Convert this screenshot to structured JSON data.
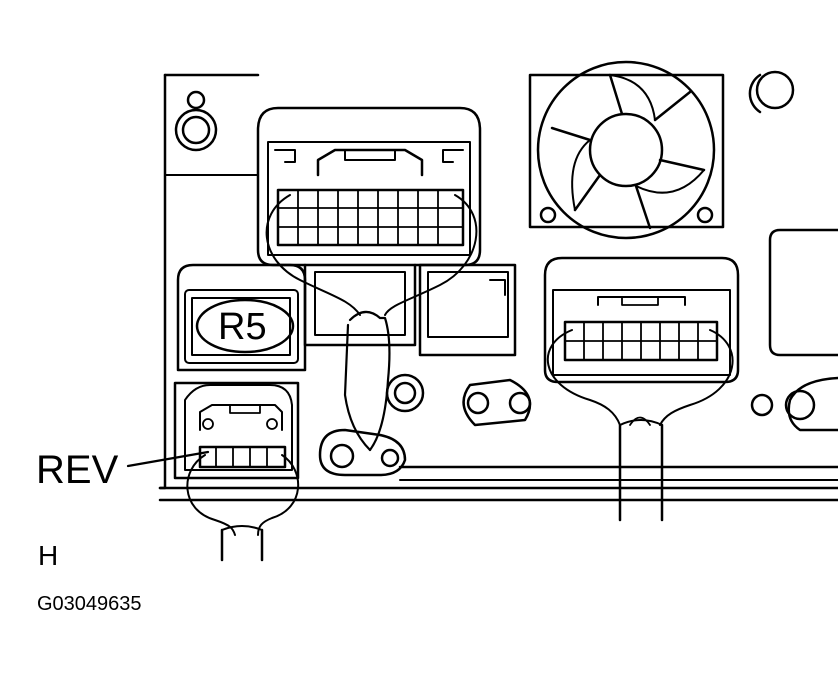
{
  "diagram": {
    "callout_label": "REV",
    "connector_label": "R5",
    "view_letter": "H",
    "figure_id": "G03049635"
  },
  "colors": {
    "line": "#000000",
    "background": "#ffffff"
  }
}
